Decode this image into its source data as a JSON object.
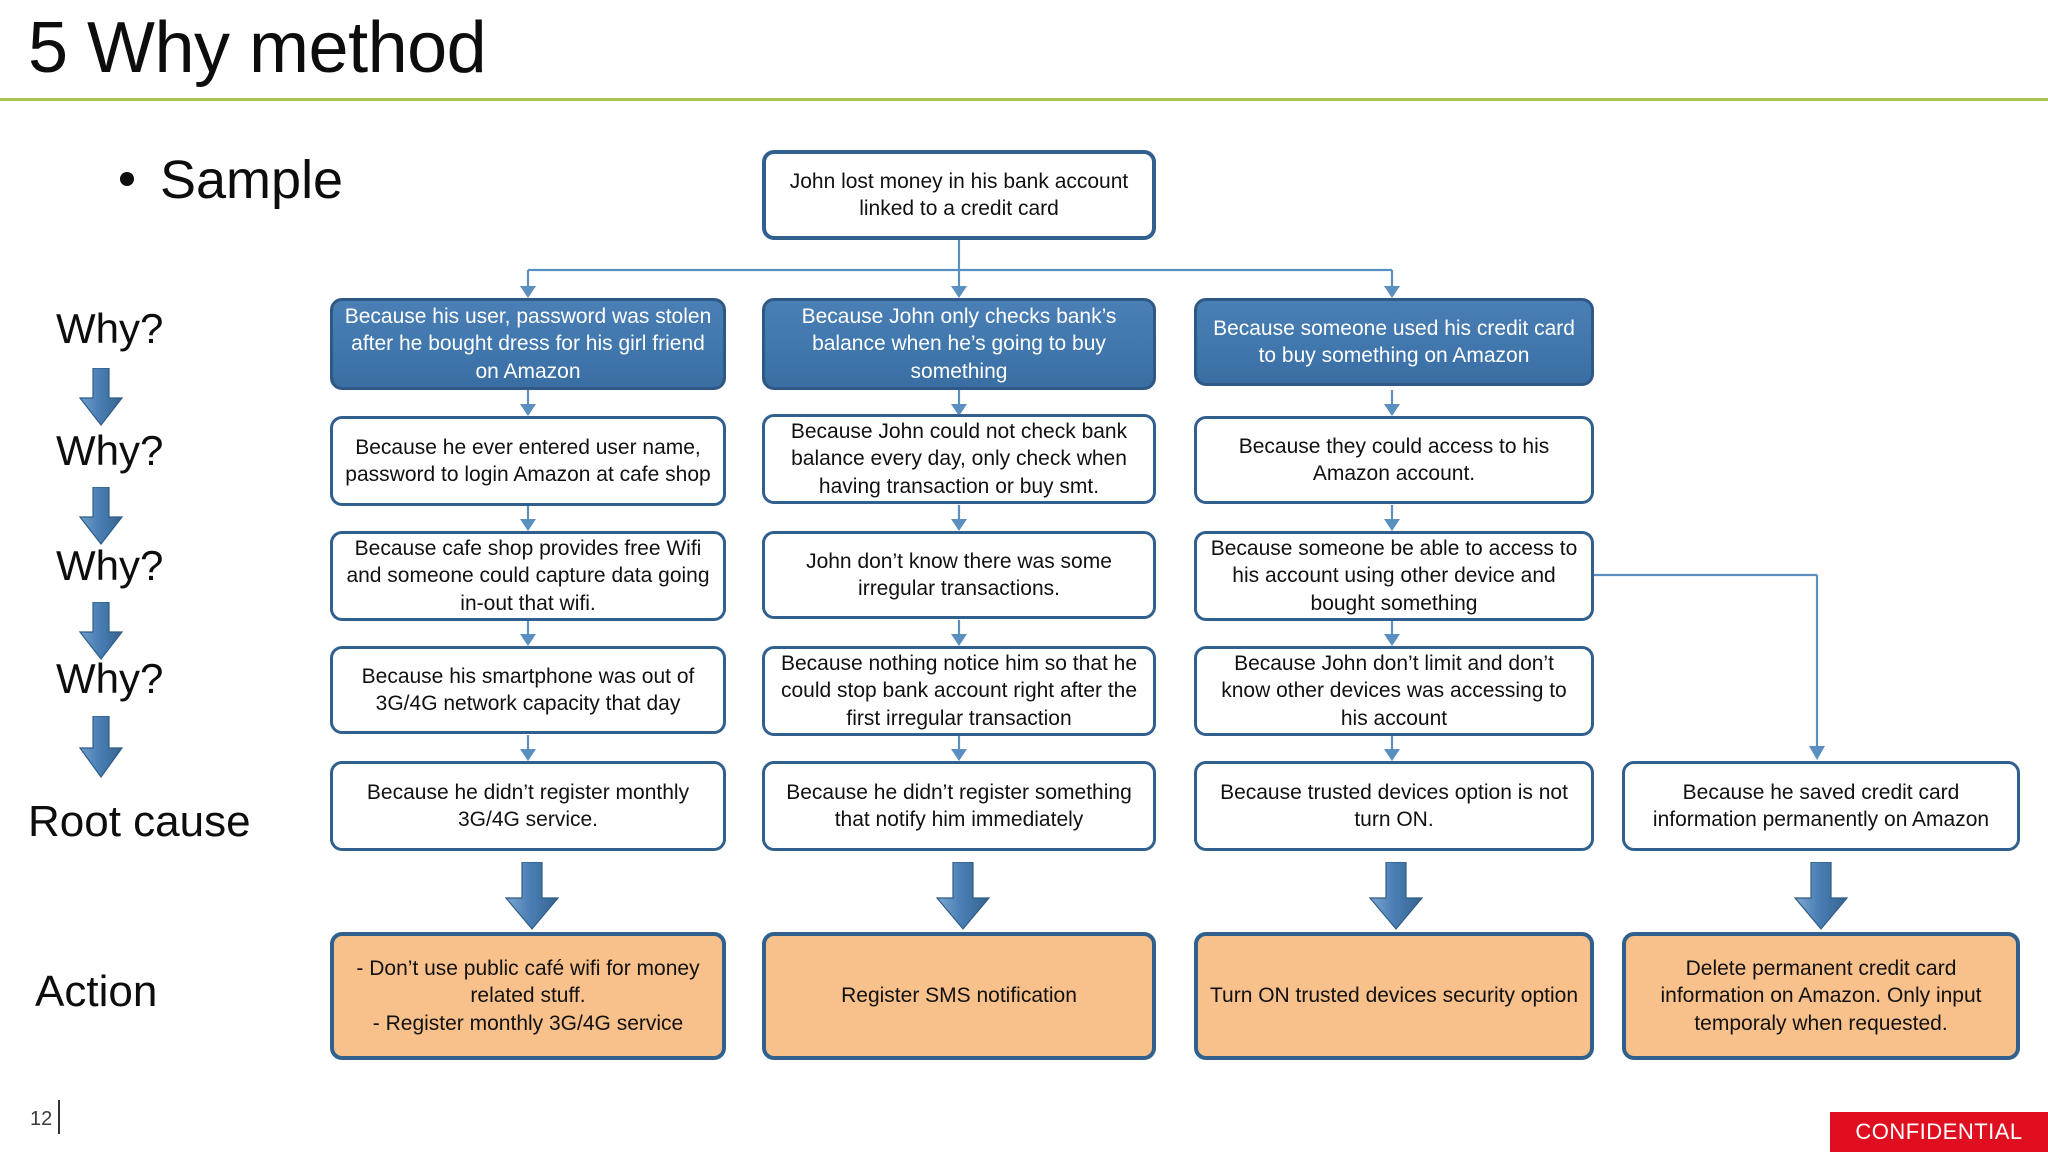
{
  "slide": {
    "title": "5 Why method",
    "bullet": "Sample",
    "accent_rule_color": "#a9c34f",
    "page_number": "12",
    "confidential_label": "CONFIDENTIAL",
    "confidential_color": "#e00f20"
  },
  "rail": {
    "labels": [
      {
        "text": "Why?"
      },
      {
        "text": "Why?"
      },
      {
        "text": "Why?"
      },
      {
        "text": "Why?"
      },
      {
        "text": "Root cause"
      },
      {
        "text": "Action"
      }
    ],
    "arrow_color": "#4a7fb5"
  },
  "diagram": {
    "type": "5-why-tree",
    "root": "John lost money in his bank account linked to a credit card",
    "columns": [
      {
        "why1": "Because his user, password was stolen after he bought dress for his girl friend on Amazon",
        "why2": "Because he ever entered user name, password to login Amazon at cafe shop",
        "why3": "Because cafe shop provides free Wifi and someone could capture data going in-out that wifi.",
        "why4": "Because his smartphone was out of 3G/4G network capacity that day",
        "root_cause": "Because he didn’t register monthly 3G/4G service.",
        "action": "- Don’t use public café wifi for money related stuff.\n- Register monthly 3G/4G service"
      },
      {
        "why1": "Because John only checks bank’s balance when he’s going to buy something",
        "why2": "Because John could not check bank balance every day, only check when having transaction or buy smt.",
        "why3": "John don’t know there was some irregular transactions.",
        "why4": "Because nothing notice him so that he could stop bank account right after the first irregular transaction",
        "root_cause": "Because he didn’t register something that notify him immediately",
        "action": "Register SMS notification"
      },
      {
        "why1": "Because someone used his credit card to buy something  on Amazon",
        "why2": "Because they could access to his Amazon account.",
        "why3": "Because someone be able to access to his account using other device and bought something",
        "why4": "Because John don’t limit and don’t know other devices was accessing to his account",
        "root_cause": "Because trusted devices option is not turn ON.",
        "action": "Turn ON trusted devices security option"
      },
      {
        "why1": "",
        "why2": "",
        "why3": "",
        "why4": "",
        "root_cause": "Because he saved credit card information permanently on Amazon",
        "action": "Delete permanent credit card information on Amazon. Only input temporaly when requested."
      }
    ],
    "colors": {
      "node_border": "#31608f",
      "why1_fill": "#4077ad",
      "plain_fill": "#ffffff",
      "action_fill": "#f8c08a",
      "connector": "#4a7fb5"
    }
  }
}
